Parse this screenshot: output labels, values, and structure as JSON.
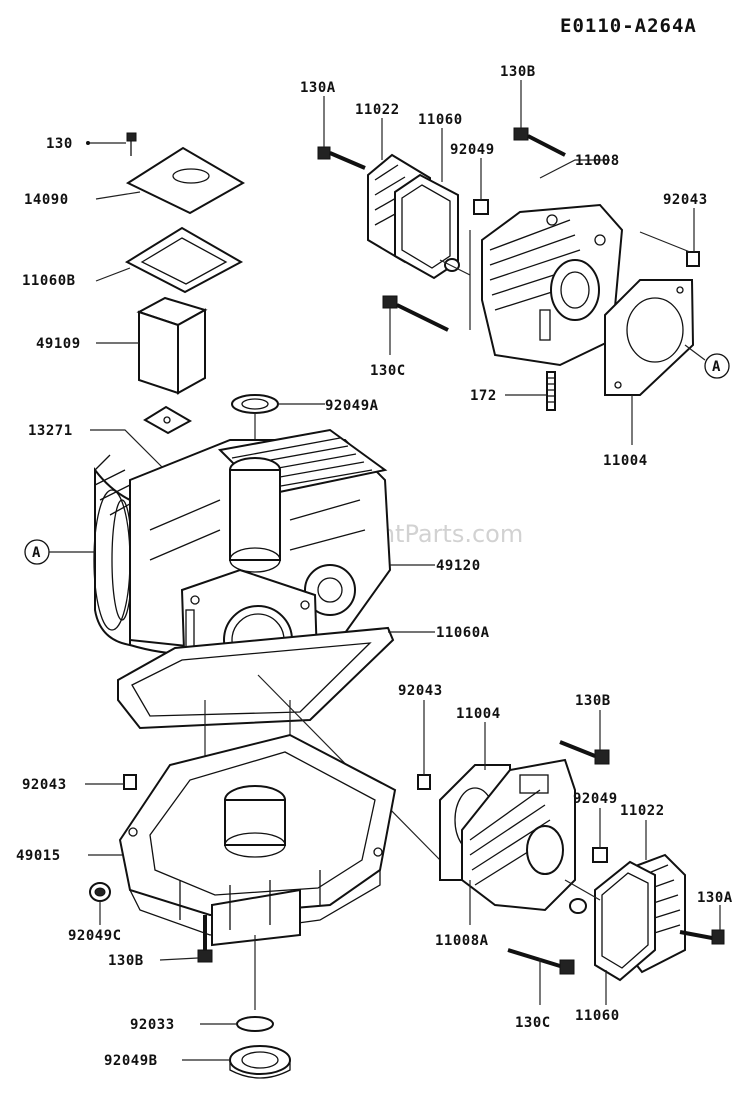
{
  "diagram_code": "E0110-A264A",
  "watermark": "eReplacementParts.com",
  "ref_marker": "A",
  "labels": {
    "l_130": "130",
    "l_14090": "14090",
    "l_11060B": "11060B",
    "l_49109": "49109",
    "l_13271": "13271",
    "l_130A_top": "130A",
    "l_11022_top": "11022",
    "l_11060_top": "11060",
    "l_130B_top": "130B",
    "l_92049_top": "92049",
    "l_11008": "11008",
    "l_92043_top": "92043",
    "l_130C_top": "130C",
    "l_172": "172",
    "l_11004_top": "11004",
    "l_92049A": "92049A",
    "l_49120": "49120",
    "l_11060A": "11060A",
    "l_92043_mid": "92043",
    "l_11004_mid": "11004",
    "l_130B_mid": "130B",
    "l_92043_left": "92043",
    "l_92049_mid": "92049",
    "l_11022_mid": "11022",
    "l_49015": "49015",
    "l_92049C": "92049C",
    "l_130A_bot": "130A",
    "l_11008A": "11008A",
    "l_130B_bot": "130B",
    "l_92033": "92033",
    "l_130C_bot": "130C",
    "l_11060_bot": "11060",
    "l_92049B": "92049B"
  }
}
